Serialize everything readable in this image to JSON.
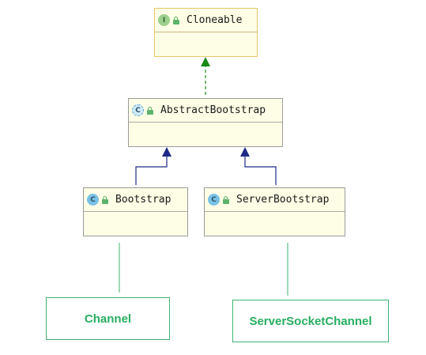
{
  "nodes": {
    "cloneable": {
      "badge": "I",
      "name": "Cloneable"
    },
    "abstract_bootstrap": {
      "badge": "C",
      "name": "AbstractBootstrap"
    },
    "bootstrap": {
      "badge": "C",
      "name": "Bootstrap"
    },
    "server_bootstrap": {
      "badge": "C",
      "name": "ServerBootstrap"
    }
  },
  "annotations": {
    "channel": "Channel",
    "server_socket_channel": "ServerSocketChannel"
  },
  "colors": {
    "implements_arrow": "#1a8a1a",
    "extends_arrow": "#1f2a88",
    "association_line": "#3cb371",
    "box_fill": "#fefee6"
  }
}
